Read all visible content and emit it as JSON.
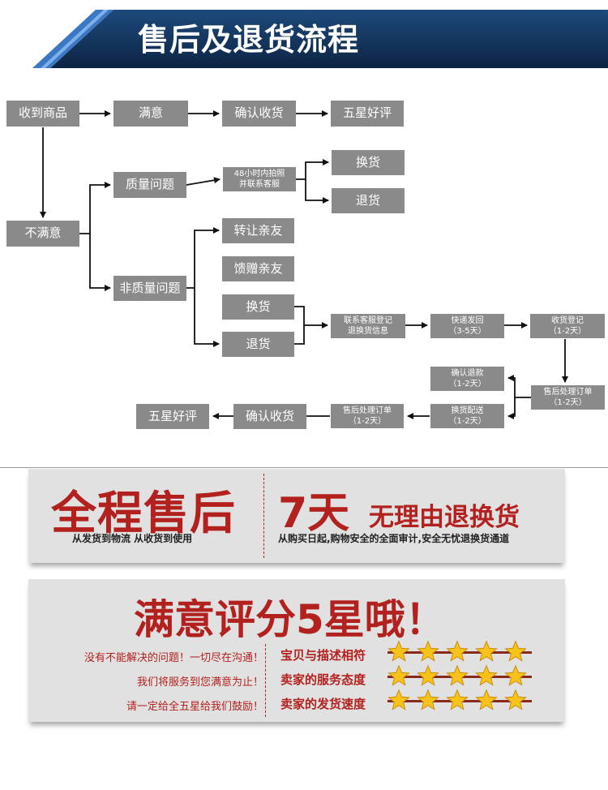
{
  "header": {
    "title": "售后及退货流程"
  },
  "flow": {
    "received": "收到商品",
    "satisfied": "满意",
    "confirm_receipt_1": "确认收货",
    "five_star_1": "五星好评",
    "unsatisfied": "不满意",
    "quality_issue": "质量问题",
    "photo_line1": "48小时内拍照",
    "photo_line2": "并联系客服",
    "exchange_1": "换货",
    "return_1": "退货",
    "non_quality_issue": "非质量问题",
    "transfer_friends": "转让亲友",
    "gift_friends": "馈赠亲友",
    "exchange_2": "换货",
    "return_2": "退货",
    "register_line1": "联系客服登记",
    "register_line2": "退换货信息",
    "ship_back_line1": "快递发回",
    "ship_back_line2": "（3-5天）",
    "receive_register_line1": "收货登记",
    "receive_register_line2": "（1-2天）",
    "aftersale_order_line1": "售后处理订单",
    "aftersale_order_line2": "（1-2天）",
    "confirm_refund_line1": "确认退款",
    "confirm_refund_line2": "（1-2天）",
    "exchange_ship_line1": "换货配送",
    "exchange_ship_line2": "（1-2天）",
    "aftersale_order2_line1": "售后处理订单",
    "aftersale_order2_line2": "（1-2天）",
    "confirm_receipt_2": "确认收货",
    "five_star_2": "五星好评"
  },
  "promo1": {
    "big_left": "全程售后",
    "sub_left": "从发货到物流 从收货到使用",
    "big_seven": "7天",
    "big_right": "无理由退换货",
    "sub_right": "从购买日起,购物安全的全面审计,安全无忧退换货通道"
  },
  "promo2": {
    "headline": "满意评分5星哦！",
    "left_lines": [
      "没有不能解决的问题！一切尽在沟通！",
      "我们将服务到您满意为止！",
      "请一定给全五星给我们鼓励！"
    ],
    "ratings": [
      {
        "label": "宝贝与描述相符",
        "stars": 5
      },
      {
        "label": "卖家的服务态度",
        "stars": 5
      },
      {
        "label": "卖家的发货速度",
        "stars": 5
      }
    ]
  },
  "colors": {
    "header_navy": "#123056",
    "box_gray": "#8a8a8a",
    "promo_red": "#b3211f",
    "star_yellow": "#f7c21a"
  }
}
